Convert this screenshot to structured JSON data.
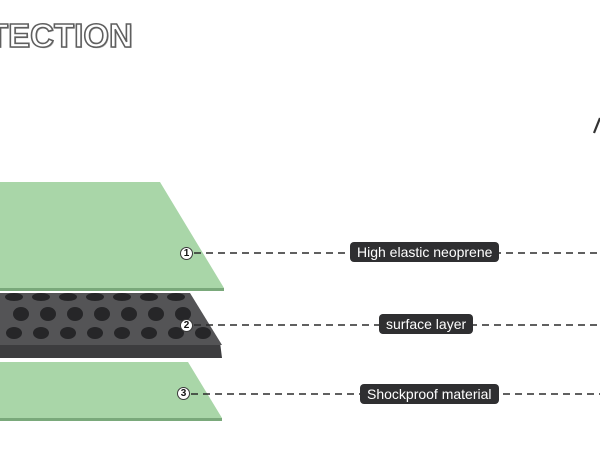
{
  "heading": {
    "text": "TECTION"
  },
  "layers": [
    {
      "number": "1",
      "label": "High elastic neoprene"
    },
    {
      "number": "2",
      "label": "surface layer"
    },
    {
      "number": "3",
      "label": "Shockproof material"
    }
  ],
  "colors": {
    "neoprene_green": "#a9d6a8",
    "green_edge": "#7aa97b",
    "surface_gray": "#545456",
    "surface_dark": "#3d3d3f",
    "dot": "#262628",
    "label_bg": "#2f2f31",
    "dash": "#2b2b2b"
  }
}
